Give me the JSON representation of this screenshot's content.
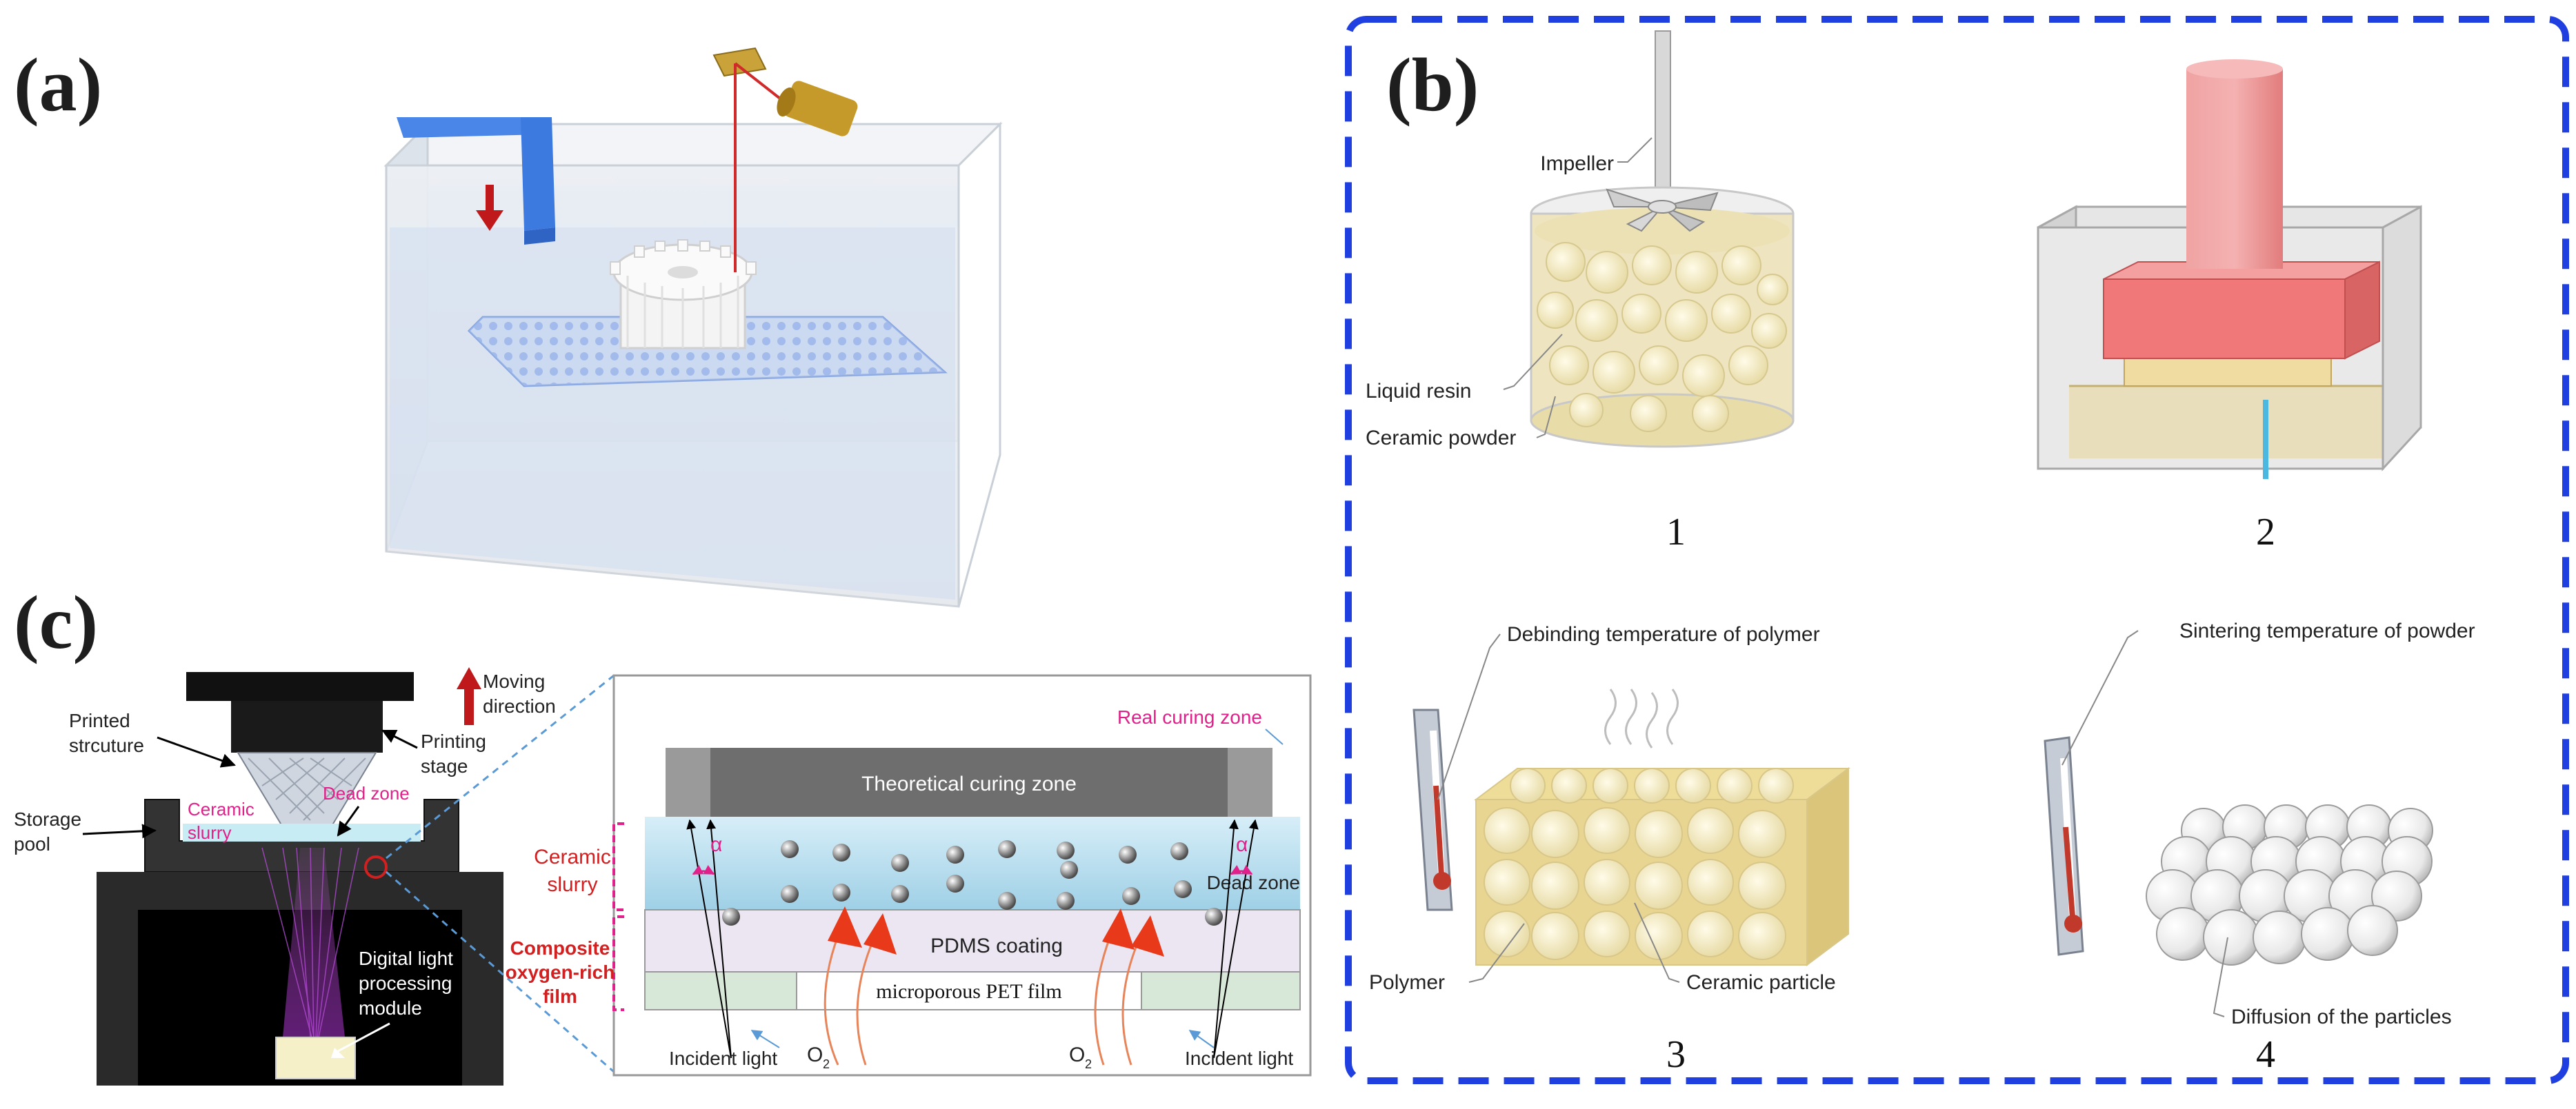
{
  "panels": {
    "a": {
      "label": "(a)"
    },
    "b": {
      "label": "(b)",
      "step1": {
        "number": "1",
        "impeller": "Impeller",
        "liquid_resin": "Liquid resin",
        "ceramic_powder": "Ceramic powder"
      },
      "step2": {
        "number": "2"
      },
      "step3": {
        "number": "3",
        "temperature": "Debinding temperature of polymer",
        "polymer": "Polymer",
        "particle": "Ceramic particle"
      },
      "step4": {
        "number": "4",
        "temperature": "Sintering temperature of powder",
        "diffusion": "Diffusion of the particles"
      }
    },
    "c": {
      "label": "(c)",
      "left": {
        "moving_direction_1": "Moving",
        "moving_direction_2": "direction",
        "printed_structure_1": "Printed",
        "printed_structure_2": "strcuture",
        "printing_stage_1": "Printing",
        "printing_stage_2": "stage",
        "storage_pool_1": "Storage",
        "storage_pool_2": "pool",
        "ceramic_slurry_1": "Ceramic",
        "ceramic_slurry_2": "slurry",
        "dead_zone": "Dead zone",
        "dlp_1": "Digital light",
        "dlp_2": "processing",
        "dlp_3": "module"
      },
      "right": {
        "theoretical_curing_zone": "Theoretical curing zone",
        "real_curing_zone": "Real curing zone",
        "dead_zone": "Dead zone",
        "alpha": "α",
        "ceramic_slurry_1": "Ceramic",
        "ceramic_slurry_2": "slurry",
        "composite_1": "Composite",
        "composite_2": "oxygen-rich",
        "composite_3": "film",
        "pdms_coating": "PDMS coating",
        "pet_film": "microporous PET film",
        "incident_light": "Incident light",
        "o2": "O",
        "o2_sub": "2"
      }
    }
  },
  "colors": {
    "frame_blue": "#1f3fe0",
    "arrow_red": "#c0191b",
    "magenta": "#e0218a",
    "label_red": "#d21f1f",
    "resin_yellow": "#e8dca8",
    "piston_pink": "#f08a8a"
  }
}
